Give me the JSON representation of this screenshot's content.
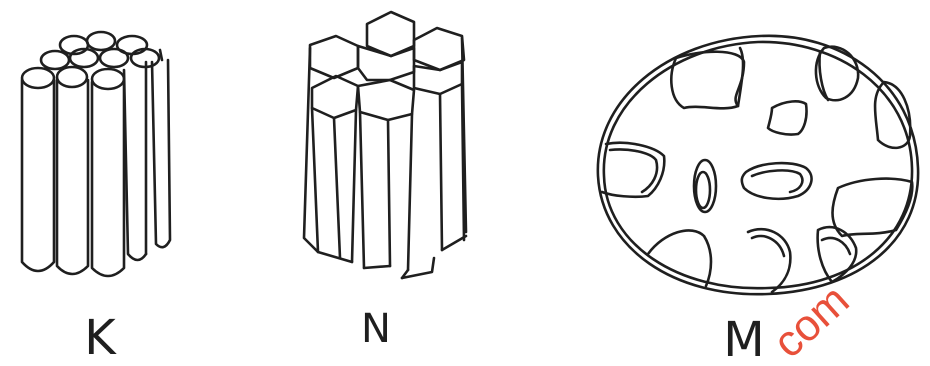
{
  "figures": [
    {
      "label": "K"
    },
    {
      "label": "N"
    },
    {
      "label": "M"
    }
  ],
  "watermark": {
    "text": "com"
  },
  "colors": {
    "ink": "#1f1f1f",
    "watermark": "#e8503a",
    "background": "#ffffff"
  }
}
